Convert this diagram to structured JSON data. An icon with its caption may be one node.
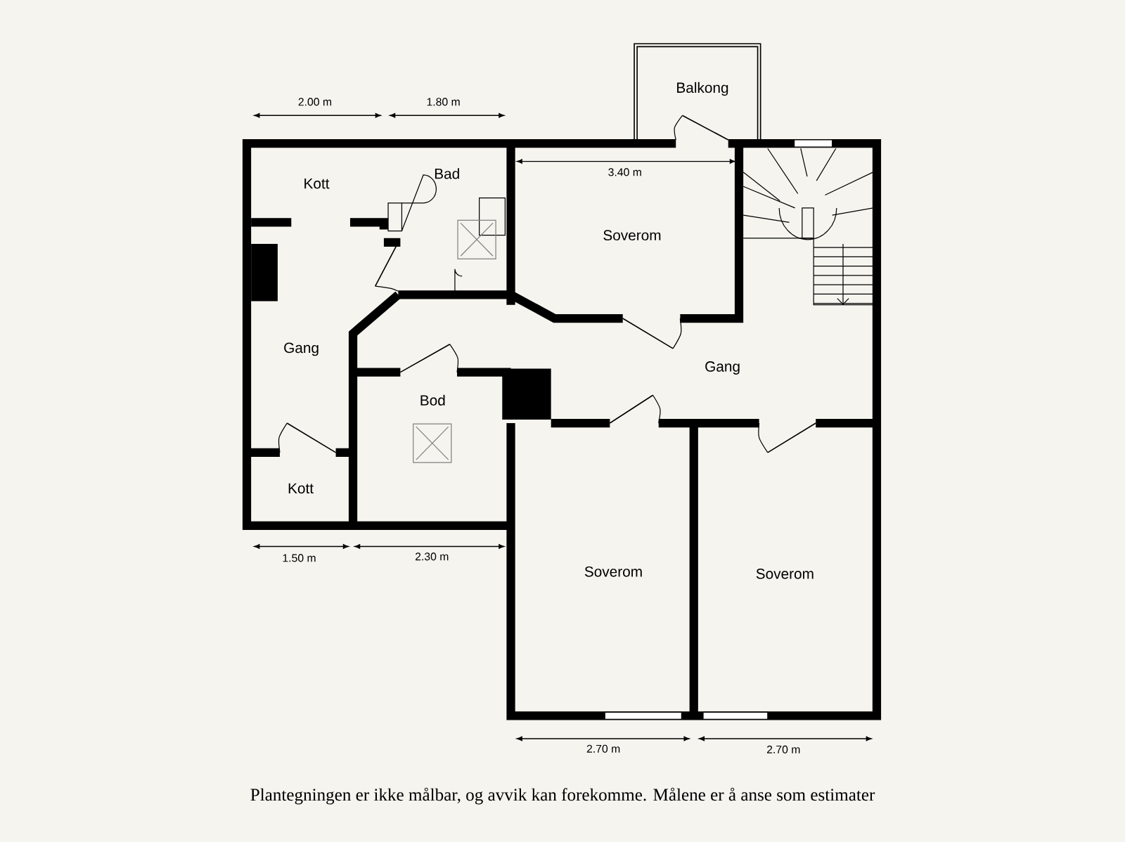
{
  "diagram": {
    "caption": "Plantegningen er ikke målbar, og avvik kan forekomme. Målene er å anse som estimater",
    "labels": [
      "Balkong",
      "2.00 m",
      "1.80 m",
      "Bad",
      "Kott",
      "3.40 m",
      "Soverom",
      "Gang",
      "Gang",
      "Bod",
      "Kott",
      "1.50 m",
      "2.30 m",
      "Soverom",
      "Soverom",
      "2.70 m",
      "2.70 m"
    ]
  }
}
